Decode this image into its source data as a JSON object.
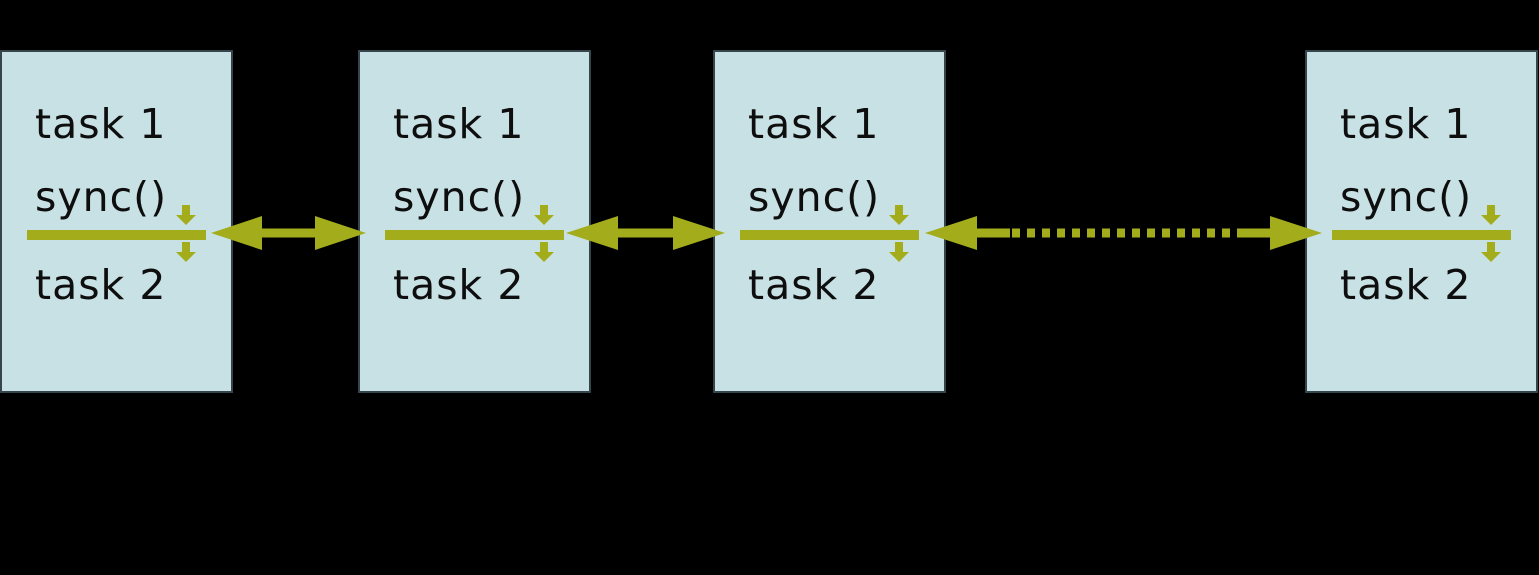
{
  "diagram": {
    "background_color": "#000000",
    "boxes": [
      {
        "task1_label": "task 1",
        "sync_label": "sync()",
        "task2_label": "task 2"
      },
      {
        "task1_label": "task 1",
        "sync_label": "sync()",
        "task2_label": "task 2"
      },
      {
        "task1_label": "task 1",
        "sync_label": "sync()",
        "task2_label": "task 2"
      },
      {
        "task1_label": "task 1",
        "sync_label": "sync()",
        "task2_label": "task 2"
      }
    ],
    "connectors": [
      {
        "style": "solid",
        "kind": "bidirectional-arrow"
      },
      {
        "style": "solid",
        "kind": "bidirectional-arrow"
      },
      {
        "style": "dashed",
        "kind": "bidirectional-arrow"
      }
    ],
    "icons": {
      "barrier_in_arrow": "down-arrow-into-barrier",
      "barrier_out_arrow": "down-arrow-out-of-barrier"
    },
    "colors": {
      "box_fill": "#c8e1e4",
      "box_border": "#36454b",
      "accent_olive": "#a3ad1c",
      "text": "#0e0e0e"
    }
  }
}
